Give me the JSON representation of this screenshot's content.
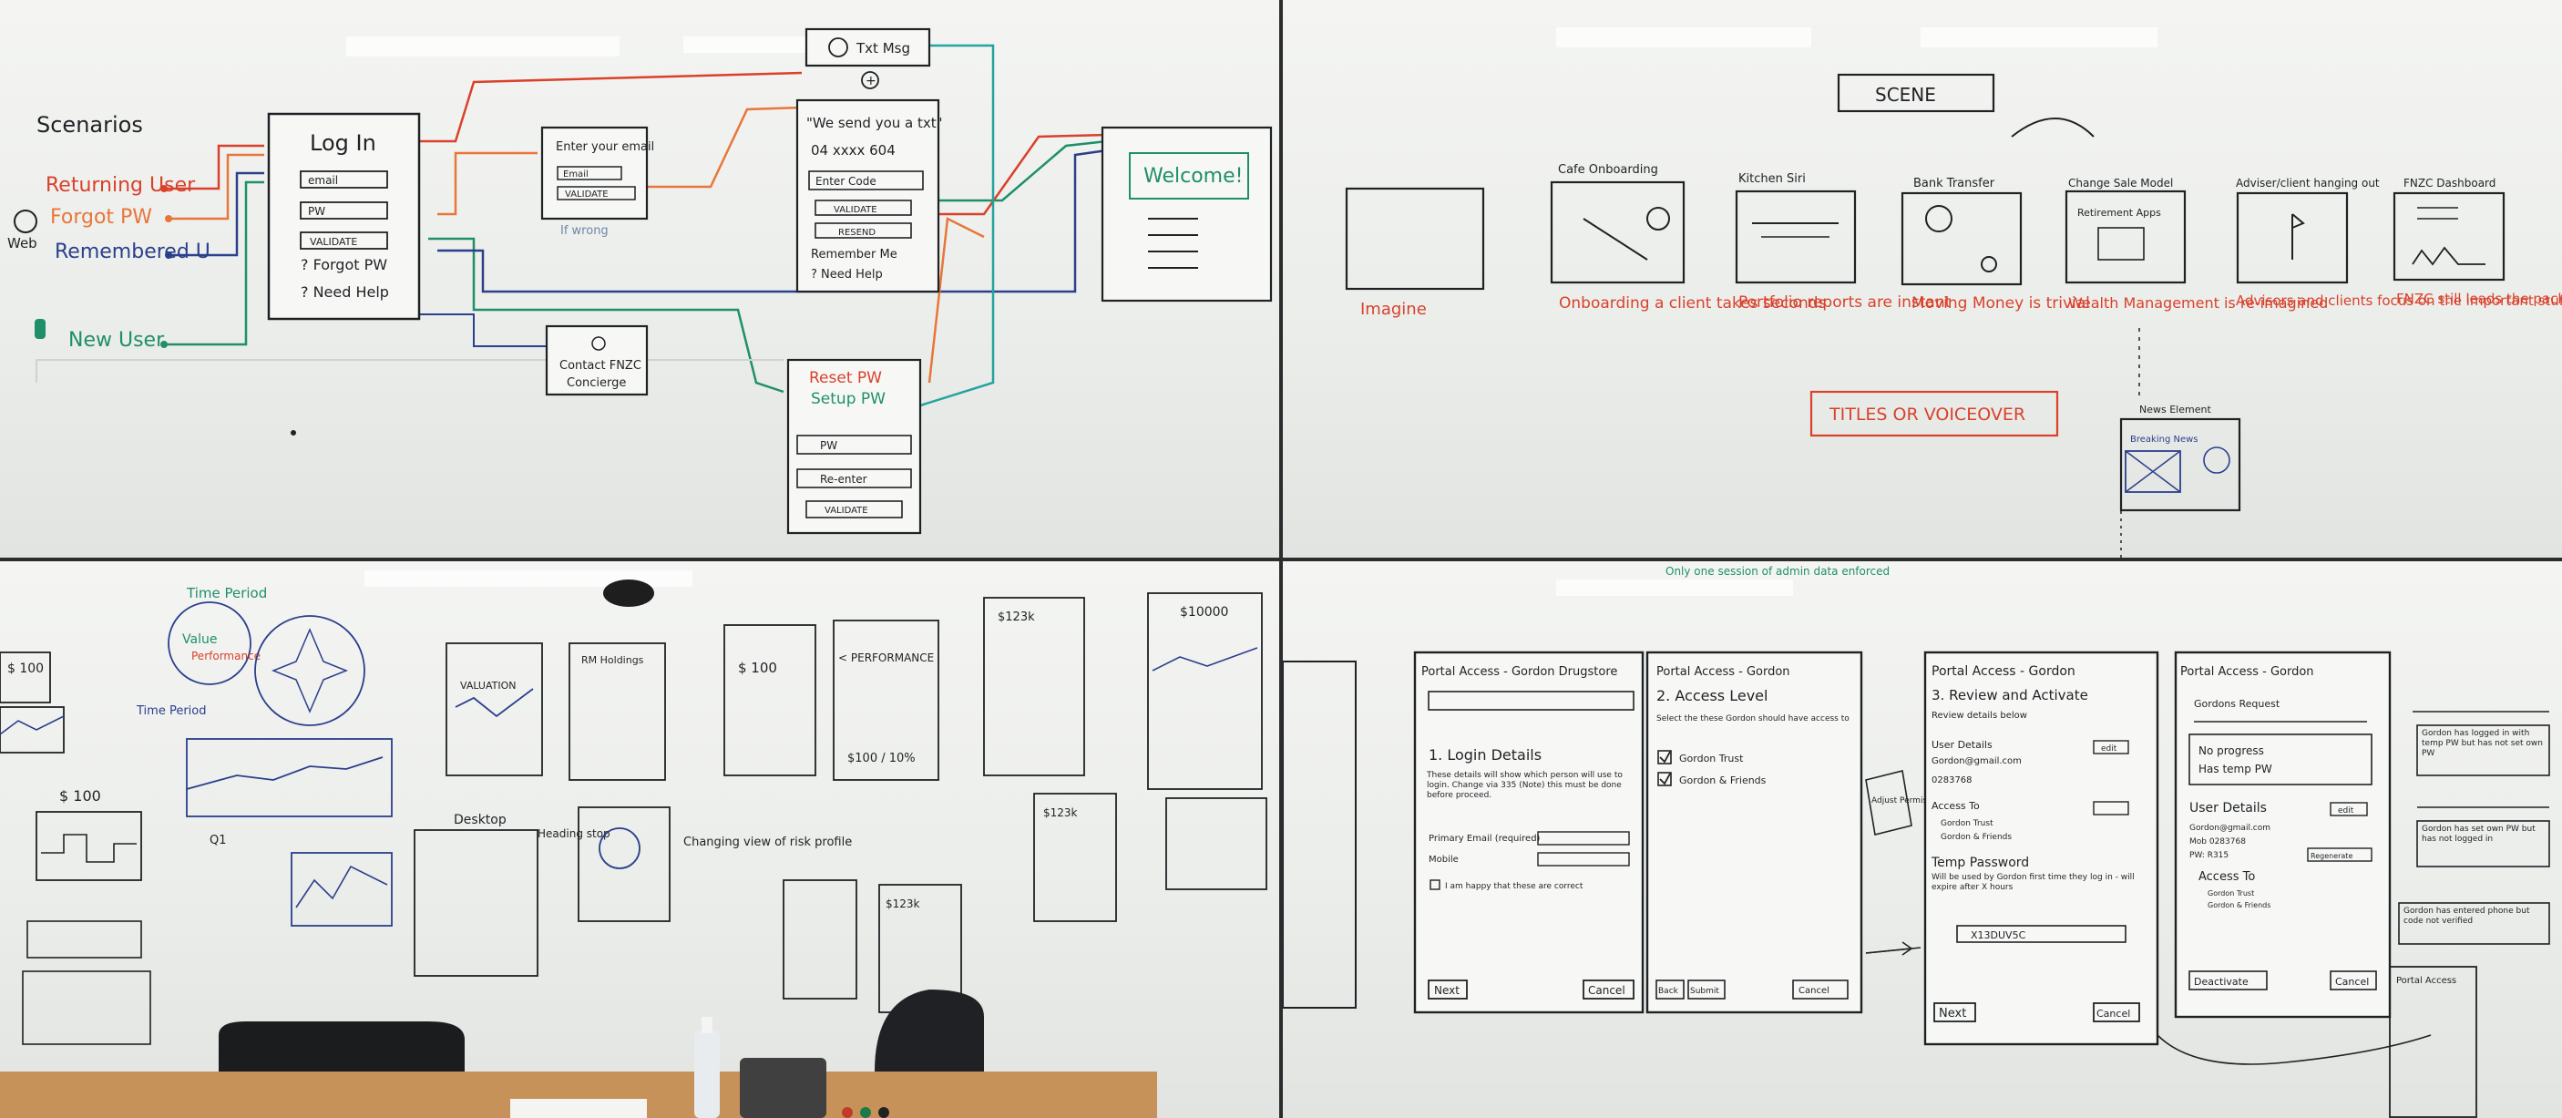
{
  "panels": {
    "user_flow": {
      "heading": "Scenarios",
      "web_label": "Web",
      "scenarios": [
        "Returning User",
        "Forgot PW",
        "Remembered U",
        "New User"
      ],
      "login": {
        "title": "Log In",
        "email": "email",
        "pw": "PW",
        "validate": "VALIDATE",
        "forgot": "? Forgot PW",
        "help": "? Need Help"
      },
      "enter_email": {
        "title": "Enter your email",
        "email": "Email",
        "validate": "VALIDATE",
        "wrong": "If wrong"
      },
      "text_msg": {
        "title": "Txt Msg"
      },
      "sent_text": {
        "title": "\"We send you a txt\"",
        "number": "04 xxxx 604",
        "enter_code": "Enter Code",
        "validate": "VALIDATE",
        "resend": "RESEND",
        "remember": "Remember Me",
        "help": "? Need Help"
      },
      "concierge": {
        "line1": "Contact FNZC",
        "line2": "Concierge"
      },
      "reset": {
        "line1": "Reset PW",
        "line2": "Setup PW",
        "pw": "PW",
        "reenter": "Re-enter",
        "validate": "VALIDATE"
      },
      "welcome": {
        "title": "Welcome!"
      }
    },
    "storyboard": {
      "scene_title": "SCENE",
      "frames": [
        {
          "title": "",
          "caption": "Imagine"
        },
        {
          "title": "Cafe Onboarding",
          "caption": "Onboarding a client takes seconds"
        },
        {
          "title": "Kitchen Siri",
          "caption": "Portfolio reports are instant"
        },
        {
          "title": "Bank Transfer",
          "caption": "Moving Money is trivial"
        },
        {
          "title": "Change Sale Model",
          "caption": "Wealth Management is re-imagined"
        },
        {
          "title": "Adviser/client hanging out",
          "caption": "Advisors and clients focus on the important stuff"
        },
        {
          "title": "FNZC Dashboard",
          "caption": "FNZC still leads the pack"
        }
      ],
      "retirement_label": "Retirement Apps",
      "titles_box": "TITLES OR VOICEOVER",
      "news_label": "News Element",
      "breaking_news": "Breaking News"
    },
    "dashboard_sketches": {
      "time_period": "Time Period",
      "value_label": "Value",
      "performance": "Performance",
      "time_period_2": "Time Period",
      "money_1": "$ 100",
      "money_2": "$ 100",
      "desktop": "Desktop",
      "heading_stop": "Heading stop",
      "change": "Changing view of risk profile",
      "total": "$10000",
      "amount_1": "$123k",
      "amount_2": "$123k",
      "amount_3": "$123k",
      "performance_bar": "< PERFORMANCE",
      "percent": "$100 / 10%",
      "chart_label": "RM Holdings",
      "q1": "Q1",
      "valuation": "VALUATION"
    },
    "portal_access": {
      "note": "Only one session of admin data enforced",
      "screens": [
        {
          "title": "Portal Access - Gordon Drugstore",
          "section": "1. Login Details",
          "body": "These details will show which person will use to login. Change via 335 (Note) this must be done before proceed.",
          "field1": "Primary Email (required)",
          "field2": "Mobile",
          "checkbox": "I am happy that these are correct",
          "next": "Next",
          "cancel": "Cancel"
        },
        {
          "title": "Portal Access - Gordon",
          "section": "2. Access Level",
          "body": "Select the these Gordon should have access to",
          "opt1": "Gordon Trust",
          "opt2": "Gordon & Friends",
          "back": "Back",
          "submit": "Submit",
          "cancel": "Cancel"
        },
        {
          "title": "Portal Access - Gordon",
          "section": "3. Review and Activate",
          "body": "Review details below",
          "user_details": "User Details",
          "email": "Gordon@gmail.com",
          "phone": "0283768",
          "edit": "edit",
          "access_to": "Access To",
          "acc1": "Gordon Trust",
          "acc2": "Gordon & Friends",
          "temp_pw": "Temp Password",
          "temp_note": "Will be used by Gordon first time they log in - will expire after X hours",
          "code": "X13DUV5C",
          "next": "Next",
          "cancel": "Cancel"
        },
        {
          "title": "Portal Access - Gordon",
          "req": "Gordons Request",
          "no_progress": "No progress",
          "has_temp": "Has temp PW",
          "user_details": "User Details",
          "edit": "edit",
          "email": "Gordon@gmail.com",
          "mob": "Mob 0283768",
          "pw_info": "PW: R315 ",
          "regenerate": "Regenerate",
          "access": "Access To",
          "acc1": "Gordon Trust",
          "acc2": "Gordon & Friends",
          "deactivate": "Deactivate",
          "cancel": "Cancel"
        }
      ],
      "side_notes": [
        "Gordon has logged in with temp PW but has not set own PW",
        "Gordon has set own PW but has not logged in",
        "Gordon has entered phone but code not verified"
      ],
      "after_label": "Adjust Permissions",
      "small_screen": "Portal Access"
    }
  },
  "colors": {
    "ink_black": "#1f2224",
    "ink_red": "#d9412b",
    "ink_orange": "#e8763a",
    "ink_blue": "#2b3f8c",
    "ink_green": "#1f8f6a",
    "ink_teal": "#21a3a0"
  }
}
